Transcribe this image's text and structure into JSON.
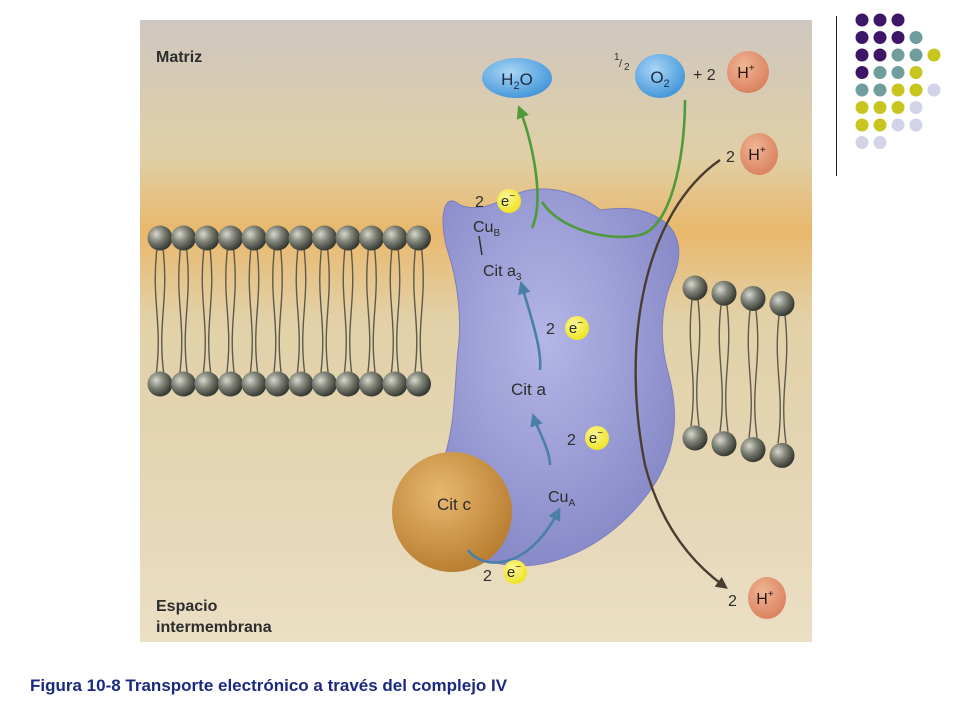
{
  "colors": {
    "dark_purple": "#3d1668",
    "teal": "#6f9e9c",
    "olive_yellow": "#c9c51f",
    "lavender": "#d3d3e8",
    "caption_blue": "#1b2a80",
    "protein": "#9d9ed6",
    "electron": "#f1ea1f",
    "proton": "#e18f6d",
    "cit_c": "#c98a3c",
    "oxygen": "#62aee6",
    "arrow_blue": "#4a7fa6",
    "arrow_green": "#4f9a3a",
    "arrow_dark": "#4a3d30"
  },
  "diagram": {
    "region_top": "Matriz",
    "region_bottom_line1": "Espacio",
    "region_bottom_line2": "intermembrana",
    "water": {
      "main": "H",
      "sub": "2",
      "tail": "O"
    },
    "half": {
      "num": "1",
      "den": "2"
    },
    "oxygen": {
      "main": "O",
      "sub": "2"
    },
    "plus_two": "+ 2",
    "proton": {
      "main": "H",
      "sup": "+"
    },
    "two": "2",
    "electron": {
      "main": "e",
      "sup": "−"
    },
    "cub": {
      "main": "Cu",
      "sub": "B"
    },
    "cit_a3": {
      "main": "Cit a",
      "sub": "3"
    },
    "cit_a": "Cit a",
    "cua": {
      "main": "Cu",
      "sub": "A"
    },
    "cit_c": "Cit c"
  },
  "caption": "Figura 10-8 Transporte electrónico a través del complejo IV",
  "decoration": {
    "dots": [
      [
        "dark_purple",
        "dark_purple",
        "dark_purple"
      ],
      [
        "dark_purple",
        "dark_purple",
        "dark_purple",
        "teal"
      ],
      [
        "dark_purple",
        "dark_purple",
        "teal",
        "teal",
        "olive_yellow"
      ],
      [
        "dark_purple",
        "teal",
        "teal",
        "olive_yellow"
      ],
      [
        "teal",
        "teal",
        "olive_yellow",
        "olive_yellow",
        "lavender"
      ],
      [
        "olive_yellow",
        "olive_yellow",
        "olive_yellow",
        "lavender"
      ],
      [
        "olive_yellow",
        "olive_yellow",
        "lavender",
        "lavender"
      ],
      [
        "lavender",
        "lavender"
      ]
    ]
  }
}
